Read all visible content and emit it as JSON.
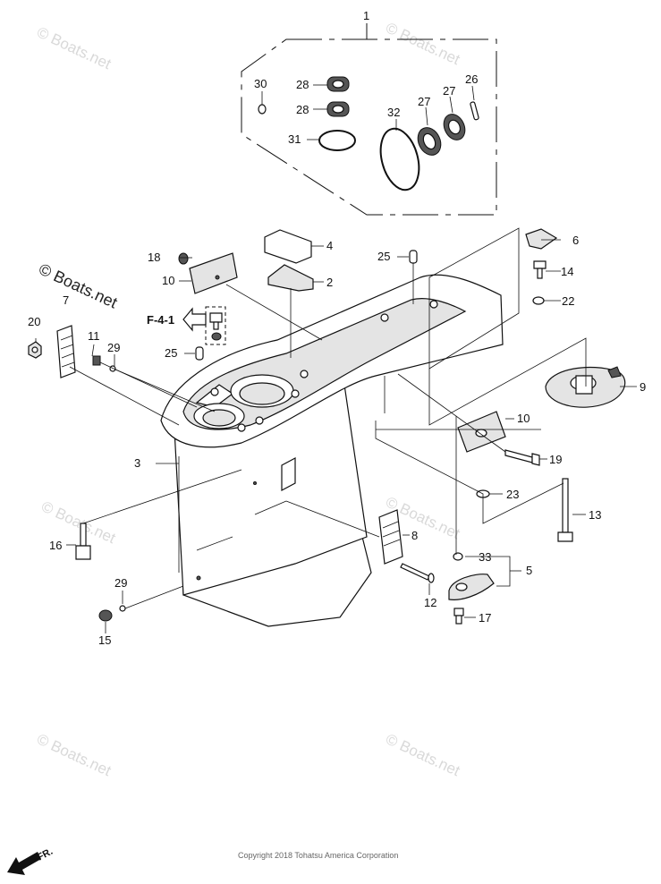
{
  "watermark": "© Boats.net",
  "copyright": "Copyright 2018 Tohatsu America Corporation",
  "reference": "F-4-1",
  "direction_label": "FR.",
  "callouts": [
    {
      "id": "c1",
      "text": "1"
    },
    {
      "id": "c2",
      "text": "2"
    },
    {
      "id": "c3",
      "text": "3"
    },
    {
      "id": "c4",
      "text": "4"
    },
    {
      "id": "c5",
      "text": "5"
    },
    {
      "id": "c6",
      "text": "6"
    },
    {
      "id": "c7",
      "text": "7"
    },
    {
      "id": "c8",
      "text": "8"
    },
    {
      "id": "c9",
      "text": "9"
    },
    {
      "id": "c10a",
      "text": "10"
    },
    {
      "id": "c10b",
      "text": "10"
    },
    {
      "id": "c11",
      "text": "11"
    },
    {
      "id": "c12",
      "text": "12"
    },
    {
      "id": "c13",
      "text": "13"
    },
    {
      "id": "c14",
      "text": "14"
    },
    {
      "id": "c15",
      "text": "15"
    },
    {
      "id": "c16",
      "text": "16"
    },
    {
      "id": "c17",
      "text": "17"
    },
    {
      "id": "c18",
      "text": "18"
    },
    {
      "id": "c19",
      "text": "19"
    },
    {
      "id": "c20",
      "text": "20"
    },
    {
      "id": "c22",
      "text": "22"
    },
    {
      "id": "c23",
      "text": "23"
    },
    {
      "id": "c25a",
      "text": "25"
    },
    {
      "id": "c25b",
      "text": "25"
    },
    {
      "id": "c26",
      "text": "26"
    },
    {
      "id": "c27a",
      "text": "27"
    },
    {
      "id": "c27b",
      "text": "27"
    },
    {
      "id": "c28a",
      "text": "28"
    },
    {
      "id": "c28b",
      "text": "28"
    },
    {
      "id": "c29a",
      "text": "29"
    },
    {
      "id": "c29b",
      "text": "29"
    },
    {
      "id": "c30",
      "text": "30"
    },
    {
      "id": "c31",
      "text": "31"
    },
    {
      "id": "c32",
      "text": "32"
    },
    {
      "id": "c33",
      "text": "33"
    }
  ],
  "colors": {
    "line": "#111111",
    "watermark": "#d9d9d9",
    "background": "#ffffff"
  }
}
